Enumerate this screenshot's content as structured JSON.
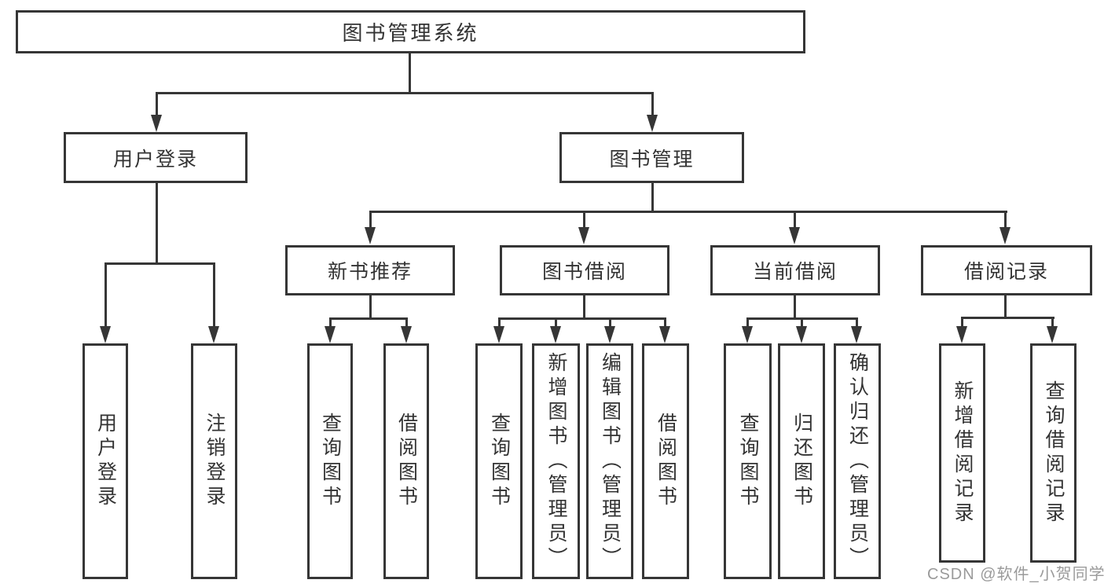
{
  "diagram": {
    "type": "hierarchy-tree",
    "tree": {
      "root": {
        "label": "图书管理系统"
      },
      "children": [
        {
          "label": "用户登录",
          "children": [
            {
              "label": "用户登录"
            },
            {
              "label": "注销登录"
            }
          ]
        },
        {
          "label": "图书管理",
          "children": [
            {
              "label": "新书推荐",
              "children": [
                {
                  "label": "查询图书"
                },
                {
                  "label": "借阅图书"
                }
              ]
            },
            {
              "label": "图书借阅",
              "children": [
                {
                  "label": "查询图书"
                },
                {
                  "label": "新增图书（管理员）"
                },
                {
                  "label": "编辑图书（管理员）"
                },
                {
                  "label": "借阅图书"
                }
              ]
            },
            {
              "label": "当前借阅",
              "children": [
                {
                  "label": "查询图书"
                },
                {
                  "label": "归还图书"
                },
                {
                  "label": "确认归还（管理员）"
                }
              ]
            },
            {
              "label": "借阅记录",
              "children": [
                {
                  "label": "新增借阅记录"
                },
                {
                  "label": "查询借阅记录"
                }
              ]
            }
          ]
        }
      ]
    },
    "colors": {
      "line": "#363636",
      "text": "#333333",
      "background": "#ffffff",
      "watermark": "#9a9a9a"
    }
  },
  "watermark": {
    "text": "CSDN @软件_小贺同学"
  }
}
